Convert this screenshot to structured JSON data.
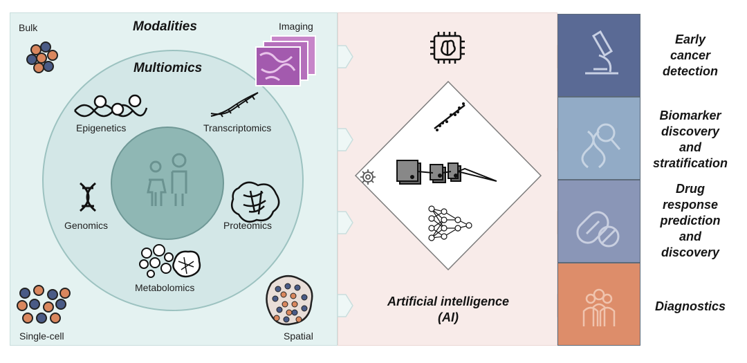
{
  "modalities": {
    "title": "Modalities",
    "bulk": "Bulk",
    "imaging": "Imaging",
    "single_cell": "Single-cell",
    "spatial": "Spatial"
  },
  "multiomics": {
    "title": "Multiomics",
    "epigenetics": "Epigenetics",
    "transcriptomics": "Transcriptomics",
    "genomics": "Genomics",
    "proteomics": "Proteomics",
    "metabolomics": "Metabolomics"
  },
  "ai": {
    "line1": "Artificial intelligence",
    "line2": "(AI)"
  },
  "outcomes": {
    "early_detection": [
      "Early",
      "cancer",
      "detection"
    ],
    "biomarker": [
      "Biomarker",
      "discovery",
      "and",
      "stratification"
    ],
    "drug_response": [
      "Drug",
      "response",
      "prediction",
      "and",
      "discovery"
    ],
    "diagnostics": [
      "Diagnostics"
    ]
  },
  "colors": {
    "left_panel": "#e4f2f1",
    "outer_circle": "#d3e7e7",
    "inner_circle": "#8fb7b4",
    "mid_panel": "#f8ebe9",
    "box_early": "#5a6a95",
    "box_biomarker": "#92abc6",
    "box_drug": "#8a96b7",
    "box_diagnostics": "#dd8d6a"
  }
}
